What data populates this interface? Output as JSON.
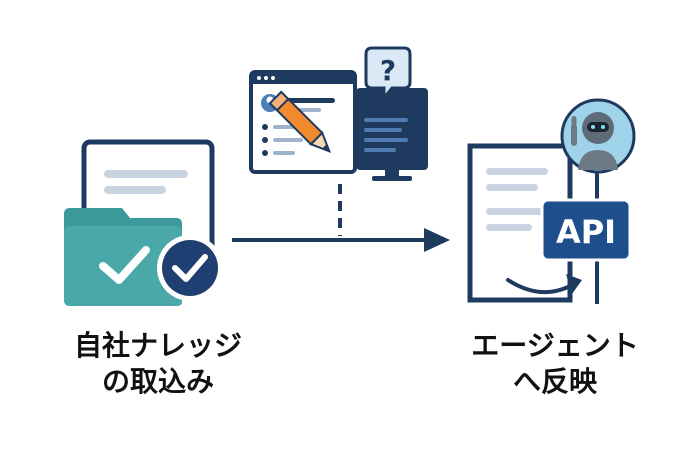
{
  "captions": {
    "left_line1": "自社ナレッジ",
    "left_line2": "の取込み",
    "right_line1": "エージェント",
    "right_line2": "へ反映"
  },
  "badges": {
    "api_label": "API",
    "question_mark": "?"
  },
  "colors": {
    "navy": "#1e3a5f",
    "teal_folder": "#3d9a9b",
    "teal_folder_dark": "#2d7f80",
    "check_badge": "#1f3f73",
    "pencil_orange": "#f28a2e",
    "doc_line": "#c9d3df",
    "robot_bg": "#9fd3ea",
    "api_blue": "#1e4f8c"
  },
  "icons": {
    "source": "folder-with-document-and-check-icon",
    "editor": "browser-window-with-pencil-icon",
    "monitor": "monitor-with-question-bubble-icon",
    "target": "document-with-robot-and-api-icon"
  }
}
